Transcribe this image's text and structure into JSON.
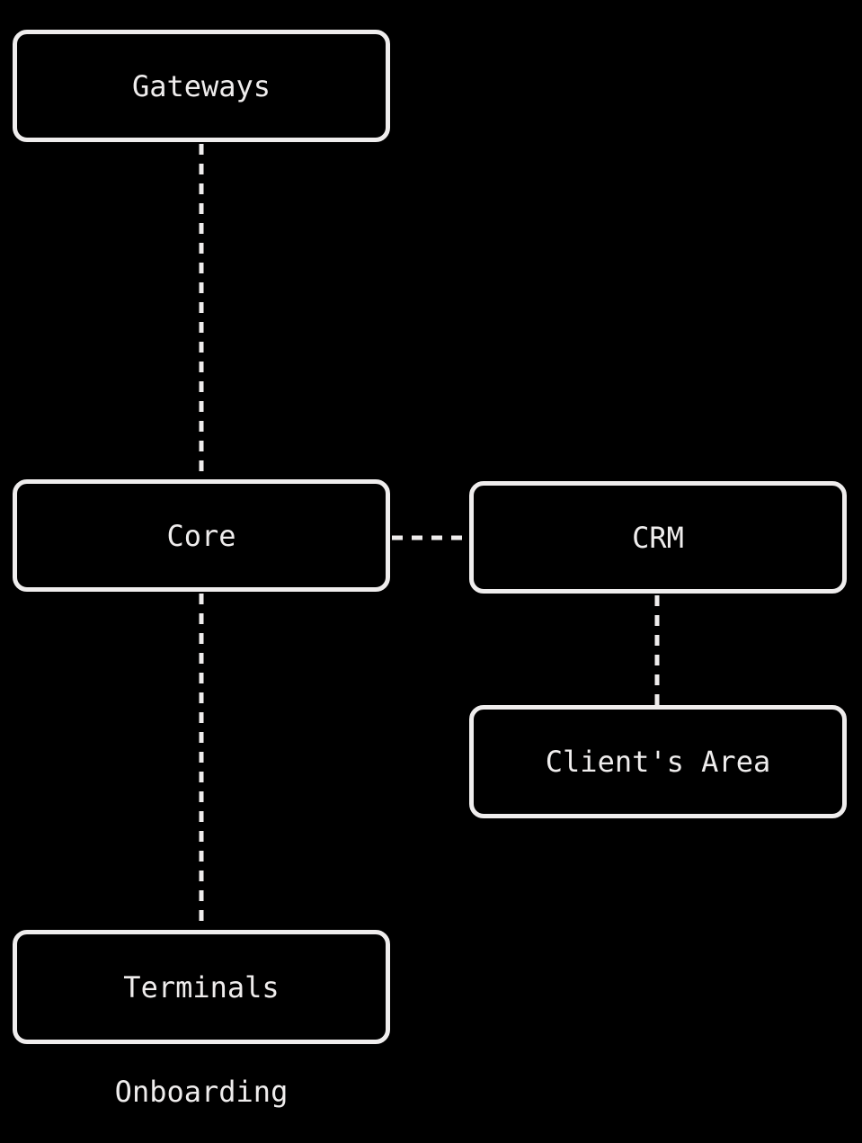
{
  "diagram": {
    "colors": {
      "background": "#000000",
      "stroke": "#efeded",
      "text": "#efeded"
    },
    "nodes": {
      "gateways": {
        "label": "Gateways"
      },
      "core": {
        "label": "Core"
      },
      "crm": {
        "label": "CRM"
      },
      "clients_area": {
        "label": "Client's Area"
      },
      "terminals": {
        "label": "Terminals"
      },
      "onboarding": {
        "label": "Onboarding"
      }
    },
    "edges": [
      {
        "from": "gateways",
        "to": "core",
        "style": "dashed"
      },
      {
        "from": "core",
        "to": "crm",
        "style": "dashed"
      },
      {
        "from": "core",
        "to": "terminals",
        "style": "dashed"
      },
      {
        "from": "crm",
        "to": "clients_area",
        "style": "dashed"
      }
    ]
  }
}
